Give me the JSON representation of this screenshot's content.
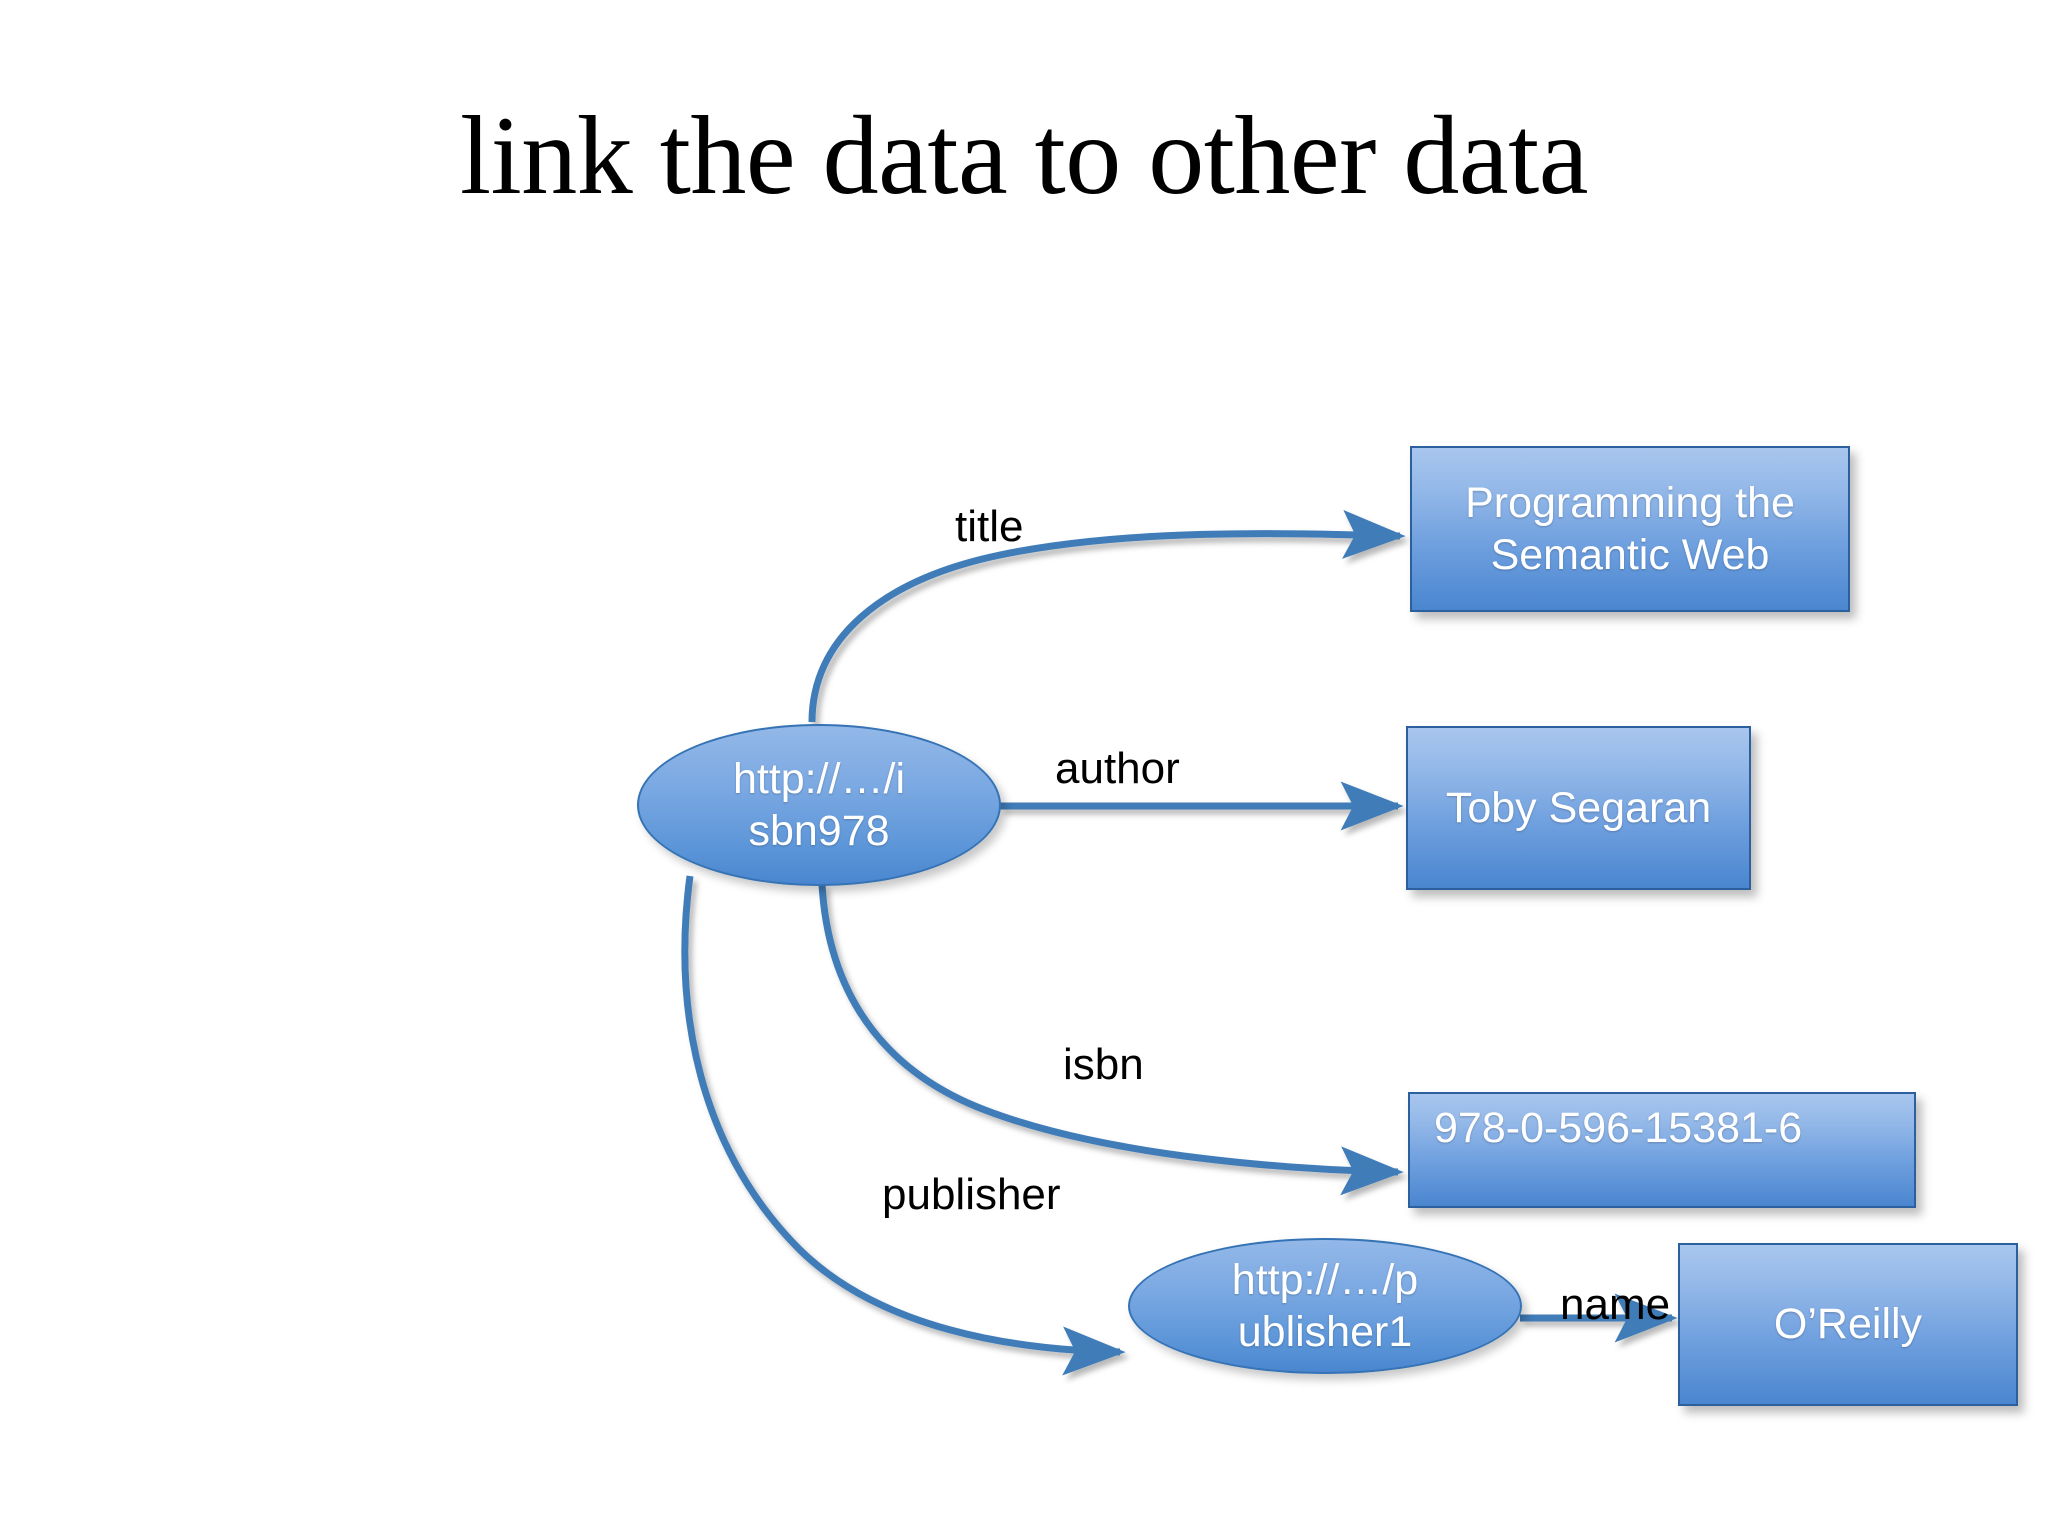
{
  "slide": {
    "title": "link the data to other data",
    "background_color": "#ffffff"
  },
  "theme": {
    "node_fill_top": "#a8c6ee",
    "node_fill_bottom": "#4a86cf",
    "node_border": "#2c5f9e",
    "edge_color": "#3f7cb8",
    "label_color": "#000000",
    "node_text_color": "#ffffff"
  },
  "graph": {
    "nodes": {
      "subject": {
        "id": "subject-node",
        "shape": "ellipse",
        "line1": "http://…/i",
        "line2": "sbn978"
      },
      "title_value": {
        "id": "title-node",
        "shape": "rectangle",
        "line1": "Programming the",
        "line2": "Semantic Web"
      },
      "author_value": {
        "id": "author-node",
        "shape": "rectangle",
        "line1": "Toby Segaran"
      },
      "isbn_value": {
        "id": "isbn-node",
        "shape": "rectangle",
        "line1": "978-0-596-15381-6"
      },
      "publisher": {
        "id": "publisher-node",
        "shape": "ellipse",
        "line1": "http://…/p",
        "line2": "ublisher1"
      },
      "publisher_name_value": {
        "id": "oreilly-node",
        "shape": "rectangle",
        "line1": "O’Reilly"
      }
    },
    "edges": [
      {
        "id": "edge-title",
        "label": "title",
        "from": "subject",
        "to": "title_value"
      },
      {
        "id": "edge-author",
        "label": "author",
        "from": "subject",
        "to": "author_value"
      },
      {
        "id": "edge-isbn",
        "label": "isbn",
        "from": "subject",
        "to": "isbn_value"
      },
      {
        "id": "edge-publisher",
        "label": "publisher",
        "from": "subject",
        "to": "publisher"
      },
      {
        "id": "edge-name",
        "label": "name",
        "from": "publisher",
        "to": "publisher_name_value"
      }
    ]
  }
}
